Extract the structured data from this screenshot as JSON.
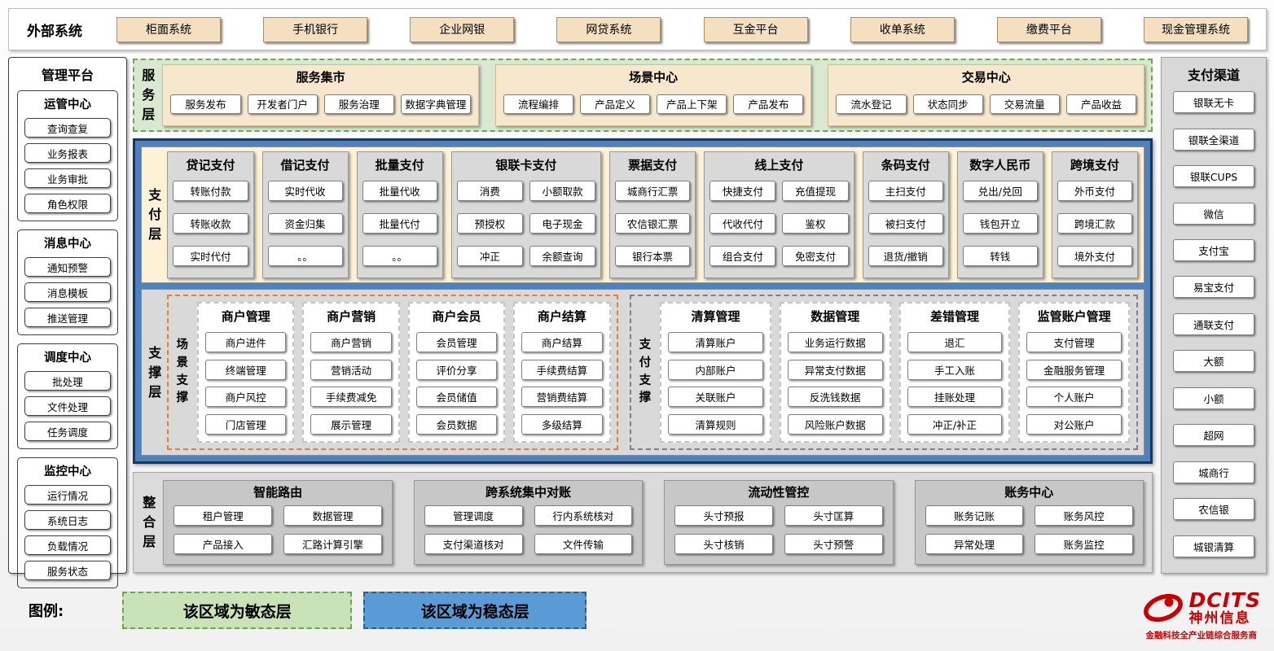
{
  "external": {
    "label": "外部系统",
    "systems": [
      "柜面系统",
      "手机银行",
      "企业网银",
      "网贷系统",
      "互金平台",
      "收单系统",
      "缴费平台",
      "现金管理系统"
    ]
  },
  "management": {
    "title": "管理平台",
    "groups": [
      {
        "title": "运管中心",
        "items": [
          "查询查复",
          "业务报表",
          "业务审批",
          "角色权限"
        ]
      },
      {
        "title": "消息中心",
        "items": [
          "通知预警",
          "消息模板",
          "推送管理"
        ]
      },
      {
        "title": "调度中心",
        "items": [
          "批处理",
          "文件处理",
          "任务调度"
        ]
      },
      {
        "title": "监控中心",
        "items": [
          "运行情况",
          "系统日志",
          "负载情况",
          "服务状态"
        ]
      }
    ]
  },
  "service_layer": {
    "label": "服务层",
    "sections": [
      {
        "title": "服务集市",
        "items": [
          "服务发布",
          "开发者门户",
          "服务治理",
          "数据字典管理"
        ]
      },
      {
        "title": "场景中心",
        "items": [
          "流程编排",
          "产品定义",
          "产品上下架",
          "产品发布"
        ]
      },
      {
        "title": "交易中心",
        "items": [
          "流水登记",
          "状态同步",
          "交易流量",
          "产品收益"
        ]
      }
    ]
  },
  "payment_layer": {
    "label": "支付层",
    "columns": [
      {
        "title": "贷记支付",
        "items": [
          "转账付款",
          "转账收款",
          "实时代付"
        ]
      },
      {
        "title": "借记支付",
        "items": [
          "实时代收",
          "资金归集",
          "。。"
        ]
      },
      {
        "title": "批量支付",
        "items": [
          "批量代收",
          "批量代付",
          "。。"
        ]
      },
      {
        "title": "银联卡支付",
        "items": [
          "消费",
          "小额取款",
          "预授权",
          "电子现金",
          "冲正",
          "余额查询"
        ]
      },
      {
        "title": "票据支付",
        "items": [
          "城商行汇票",
          "农信银汇票",
          "银行本票"
        ]
      },
      {
        "title": "线上支付",
        "items": [
          "快捷支付",
          "充值提现",
          "代收代付",
          "鉴权",
          "组合支付",
          "免密支付"
        ]
      },
      {
        "title": "条码支付",
        "items": [
          "主扫支付",
          "被扫支付",
          "退货/撤销"
        ]
      },
      {
        "title": "数字人民币",
        "items": [
          "兑出/兑回",
          "钱包开立",
          "转钱"
        ]
      },
      {
        "title": "跨境支付",
        "items": [
          "外币支付",
          "跨境汇款",
          "境外支付"
        ]
      }
    ]
  },
  "support_layer": {
    "label": "支撑层",
    "scene": {
      "label": "场景支撑",
      "columns": [
        {
          "title": "商户管理",
          "items": [
            "商户进件",
            "终端管理",
            "商户风控",
            "门店管理"
          ]
        },
        {
          "title": "商户营销",
          "items": [
            "商户营销",
            "营销活动",
            "手续费减免",
            "展示管理"
          ]
        },
        {
          "title": "商户会员",
          "items": [
            "会员管理",
            "评价分享",
            "会员储值",
            "会员数据"
          ]
        },
        {
          "title": "商户结算",
          "items": [
            "商户结算",
            "手续费结算",
            "营销费结算",
            "多级结算"
          ]
        }
      ]
    },
    "payment_support": {
      "label": "支付支撑",
      "columns": [
        {
          "title": "清算管理",
          "items": [
            "清算账户",
            "内部账户",
            "关联账户",
            "清算规则"
          ]
        },
        {
          "title": "数据管理",
          "items": [
            "业务运行数据",
            "异常支付数据",
            "反洗钱数据",
            "风险账户数据"
          ]
        },
        {
          "title": "差错管理",
          "items": [
            "退汇",
            "手工入账",
            "挂账处理",
            "冲正/补正"
          ]
        },
        {
          "title": "监管账户管理",
          "items": [
            "支付管理",
            "金融服务管理",
            "个人账户",
            "对公账户"
          ]
        }
      ]
    }
  },
  "integration_layer": {
    "label": "整合层",
    "sections": [
      {
        "title": "智能路由",
        "items": [
          "租户管理",
          "数据管理",
          "产品接入",
          "汇路计算引擎"
        ]
      },
      {
        "title": "跨系统集中对账",
        "items": [
          "管理调度",
          "行内系统核对",
          "支付渠道核对",
          "文件传输"
        ]
      },
      {
        "title": "流动性管控",
        "items": [
          "头寸预报",
          "头寸匡算",
          "头寸核销",
          "头寸预警"
        ]
      },
      {
        "title": "账务中心",
        "items": [
          "账务记账",
          "账务风控",
          "异常处理",
          "账务监控"
        ]
      }
    ]
  },
  "channels": {
    "title": "支付渠道",
    "items": [
      "银联无卡",
      "银联全渠道",
      "银联CUPS",
      "微信",
      "支付宝",
      "易宝支付",
      "通联支付",
      "大额",
      "小额",
      "超网",
      "城商行",
      "农信银",
      "城银清算"
    ]
  },
  "legend": {
    "label": "图例:",
    "agile": "该区域为敏态层",
    "stable": "该区域为稳态层"
  },
  "logo": {
    "name": "DCITS",
    "company": "神州信息",
    "tagline": "金融科技全产业链综合服务商"
  },
  "colors": {
    "external_button": "#f4dfc1",
    "agile_bg": "#dae8d2",
    "agile_border": "#6aa84f",
    "section_beige": "#f6e7cd",
    "stable_fill": "#4f81bd",
    "stable_border": "#17375e",
    "payment_cream": "#fdf2d6",
    "panel_gray": "#d9d9d9",
    "scene_orange": "#ed7d31",
    "brand_red": "#cc0000",
    "legend_agile": "#c9e2b8",
    "legend_stable": "#5b9bd5"
  }
}
